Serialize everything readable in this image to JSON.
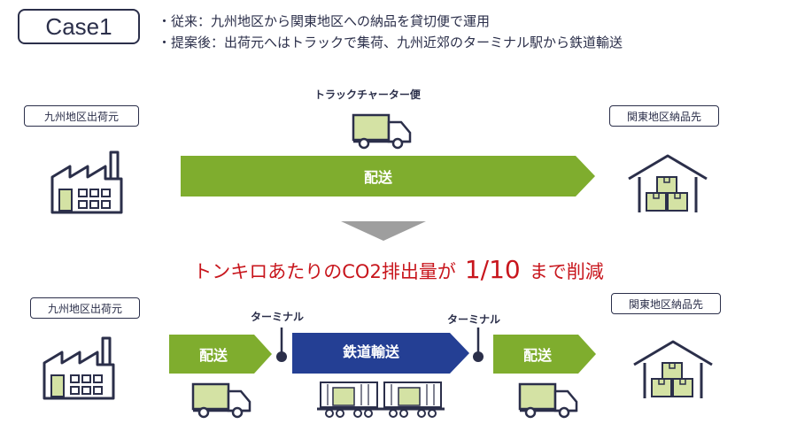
{
  "case_label": "Case1",
  "notes": [
    "・従来：九州地区から関東地区への納品を貸切便で運用",
    "・提案後：出荷元へはトラックで集荷、九州近郊のターミナル駅から鉄道輸送"
  ],
  "top": {
    "origin": "九州地区出荷元",
    "destination": "関東地区納品先",
    "vehicle_label": "トラックチャーター便",
    "arrow_label": "配送"
  },
  "result": {
    "prefix": "トンキロあたりのCO2排出量が",
    "value": "1/10",
    "suffix": "まで削減"
  },
  "bottom": {
    "origin": "九州地区出荷元",
    "destination": "関東地区納品先",
    "terminal_left": "ターミナル",
    "terminal_right": "ターミナル",
    "leg1": "配送",
    "leg2": "鉄道輸送",
    "leg3": "配送"
  },
  "colors": {
    "green": "#7fad2e",
    "navy": "#243f94",
    "dark": "#2b2f4a",
    "red": "#c8161d",
    "gray": "#9e9e9e",
    "light_green": "#d4e2a4"
  }
}
